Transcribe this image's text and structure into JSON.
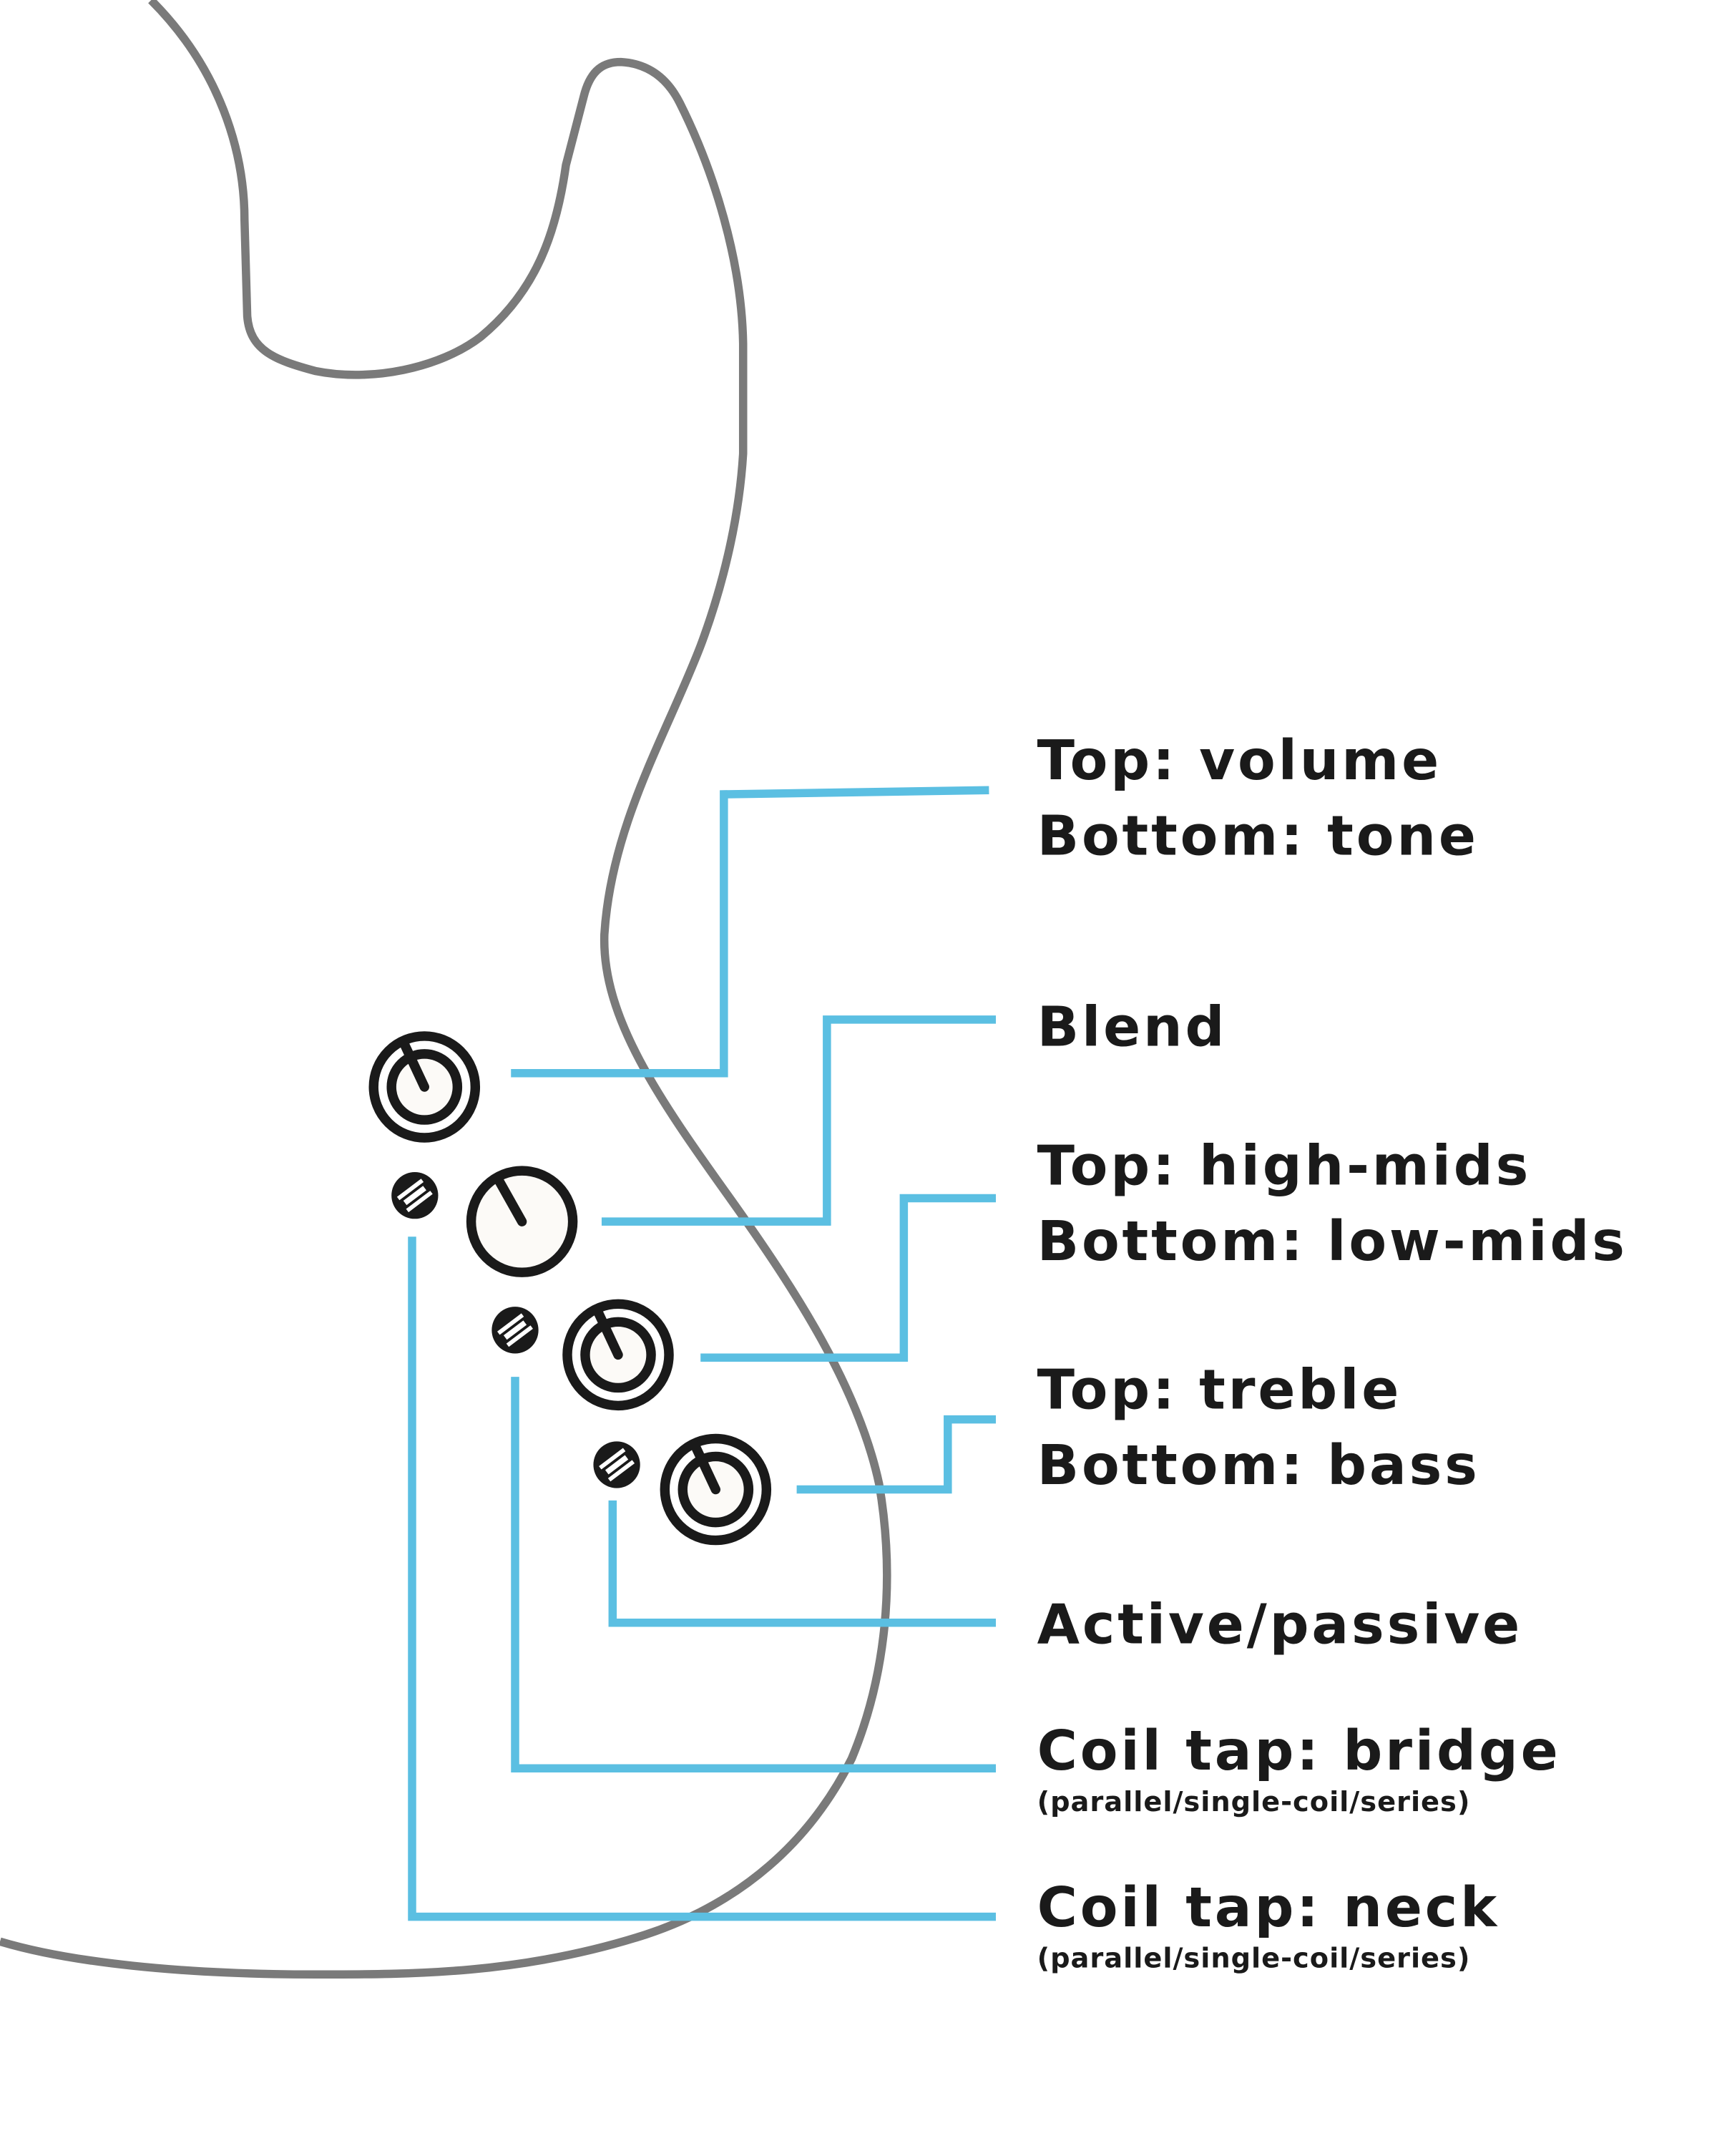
{
  "colors": {
    "leader_lines": "#5bbfe2",
    "body_outline": "#7a7a7a",
    "knobs": "#1a1a1a"
  },
  "labels": {
    "volume_tone": {
      "line1": "Top: volume",
      "line2": "Bottom: tone"
    },
    "blend": {
      "line1": "Blend"
    },
    "mids": {
      "line1": "Top: high-mids",
      "line2": "Bottom: low-mids"
    },
    "treble_bass": {
      "line1": "Top: treble",
      "line2": "Bottom: bass"
    },
    "active_passive": {
      "line1": "Active/passive"
    },
    "coil_bridge": {
      "line1": "Coil tap: bridge",
      "sub": "(parallel/single-coil/series)"
    },
    "coil_neck": {
      "line1": "Coil tap: neck",
      "sub": "(parallel/single-coil/series)"
    }
  }
}
